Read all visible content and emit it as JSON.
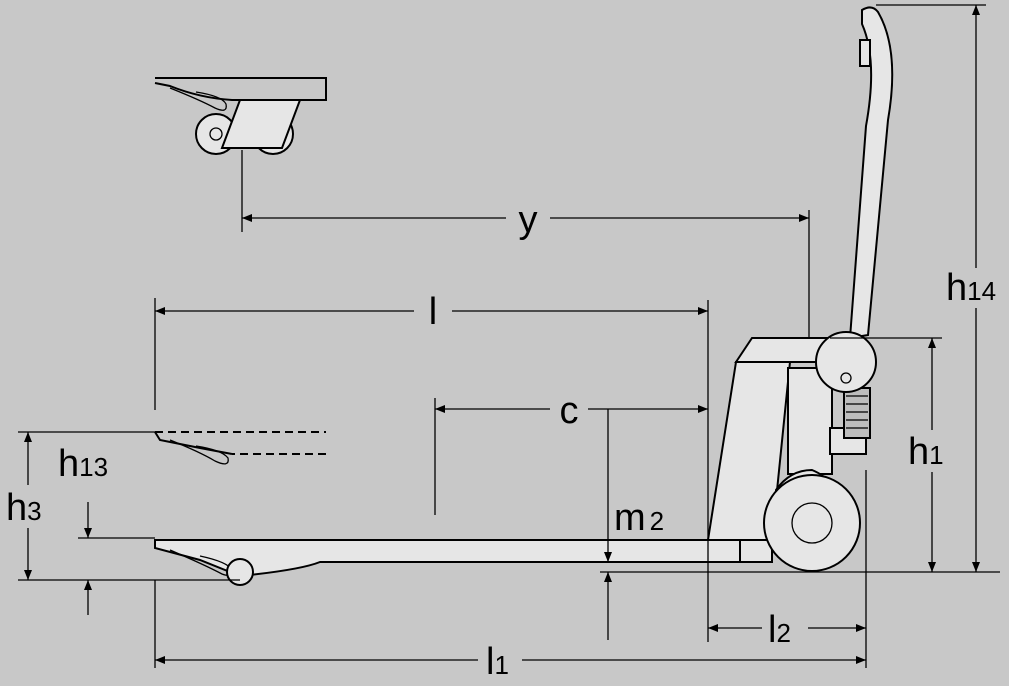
{
  "colors": {
    "background": "#c8c8c8",
    "line": "#000000",
    "fill": "#e6e6e6"
  },
  "labels": {
    "y": {
      "main": "y"
    },
    "l": {
      "main": "l"
    },
    "c": {
      "main": "c"
    },
    "h1": {
      "main": "h",
      "sub": "1"
    },
    "h3": {
      "main": "h",
      "sub": "3"
    },
    "h13": {
      "main": "h",
      "sub": "13"
    },
    "h14": {
      "main": "h",
      "sub": "14"
    },
    "m2": {
      "main": "m",
      "sub": "2"
    },
    "l1": {
      "main": "l",
      "sub": "1"
    },
    "l2": {
      "main": "l",
      "sub": "2"
    }
  }
}
